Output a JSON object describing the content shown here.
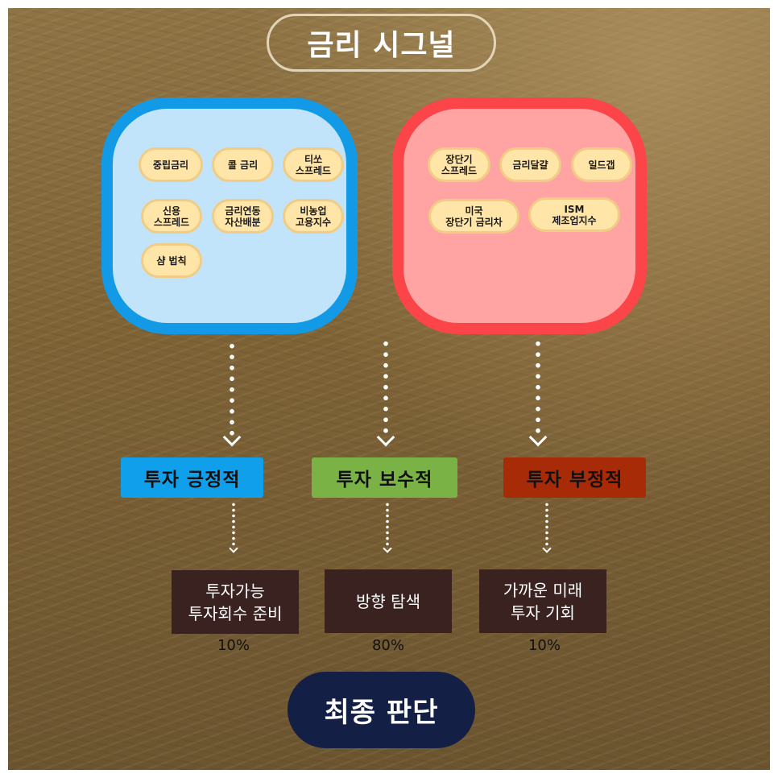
{
  "title": "금리 시그널",
  "signal_groups": {
    "positive": {
      "color": "#139ae7",
      "fill": "#c2e4fa",
      "indicators": [
        "중립금리",
        "콜 금리",
        "티쏘\n스프레드",
        "신용\n스프레드",
        "금리연동\n자산배분",
        "비농업\n고용지수",
        "샴 법칙"
      ]
    },
    "negative": {
      "color": "#fb4548",
      "fill": "#ffa3a3",
      "indicators": [
        "장단기\n스프레드",
        "금리달걀",
        "일드갭",
        "미국\n장단기 금리차",
        "ISM\n제조업지수"
      ]
    }
  },
  "stances": [
    {
      "label": "투자 긍정적",
      "color": "#109fea",
      "outcome": "투자가능\n투자회수 준비",
      "percent": "10%"
    },
    {
      "label": "투자 보수적",
      "color": "#7bb245",
      "outcome": "방향 탐색",
      "percent": "80%"
    },
    {
      "label": "투자 부정적",
      "color": "#a72b06",
      "outcome": "가까운 미래\n투자 기회",
      "percent": "10%"
    }
  ],
  "final": "최종 판단"
}
